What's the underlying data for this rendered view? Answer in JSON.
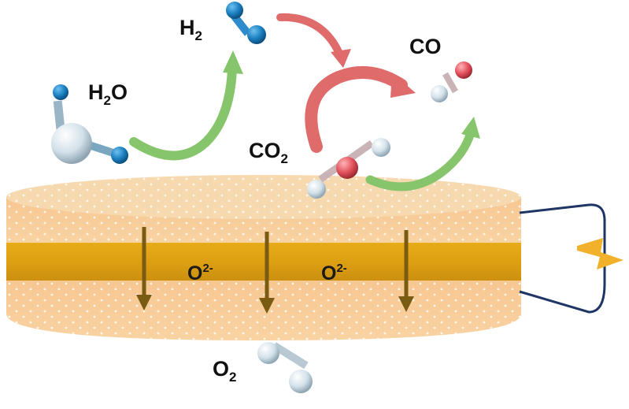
{
  "labels": {
    "h2": {
      "main": "H",
      "sub": "2"
    },
    "h2o": {
      "pre": "H",
      "sub": "2",
      "post": "O"
    },
    "co": "CO",
    "co2": {
      "main": "CO",
      "sub": "2"
    },
    "o2": {
      "main": "O",
      "sub": "2"
    },
    "ion_left": {
      "main": "O",
      "sup": "2-"
    },
    "ion_right": {
      "main": "O",
      "sup": "2-"
    }
  },
  "colors": {
    "electrode": "#f9cf9a",
    "electrode_top": "#f7d7ad",
    "electrolyte": "#e0a313",
    "arrow_down": "#7a5b12",
    "arrow_green": "#86c56b",
    "arrow_red": "#e06b6b",
    "atom_blue": "#1f86c7",
    "atom_white": "#d9e6ee",
    "atom_red": "#e25b65",
    "circuit": "#1f3566",
    "bolt": "#f2b12a"
  },
  "icons": {
    "power": "lightning-bolt-icon"
  }
}
